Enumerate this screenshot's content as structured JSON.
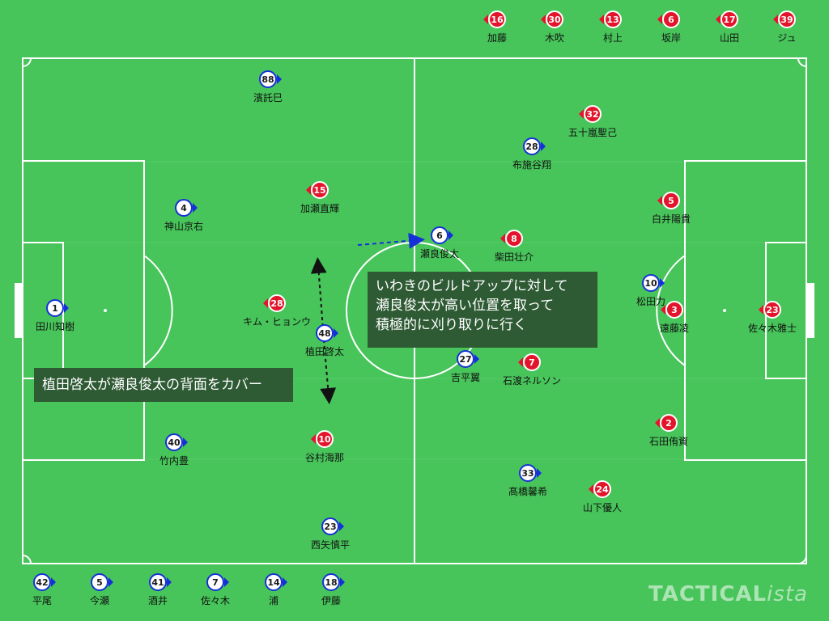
{
  "colors": {
    "pitch": "#47c45a",
    "lines": "#ffffff",
    "white_team_border": "#1530d8",
    "red_team": "#e3142b",
    "note_bg": "#2e5a34"
  },
  "players": [
    {
      "id": "tanaka",
      "number": "1",
      "name": "田川知樹",
      "team": "white"
    },
    {
      "id": "kamiyama",
      "number": "4",
      "name": "神山京右",
      "team": "white"
    },
    {
      "id": "takeuchi",
      "number": "40",
      "name": "竹内豊",
      "team": "white"
    },
    {
      "id": "hamataku",
      "number": "88",
      "name": "濱託巳",
      "team": "white"
    },
    {
      "id": "ueda",
      "number": "48",
      "name": "植田啓太",
      "team": "white"
    },
    {
      "id": "nishiya",
      "number": "23",
      "name": "西矢慎平",
      "team": "white"
    },
    {
      "id": "serano",
      "number": "6",
      "name": "瀬良俊太",
      "team": "white"
    },
    {
      "id": "fuse",
      "number": "28",
      "name": "布施谷翔",
      "team": "white"
    },
    {
      "id": "yoshihira",
      "number": "27",
      "name": "吉平翼",
      "team": "white"
    },
    {
      "id": "takahashi",
      "number": "33",
      "name": "髙橋馨希",
      "team": "white"
    },
    {
      "id": "matsuda",
      "number": "10",
      "name": "松田力",
      "team": "white"
    },
    {
      "id": "kase",
      "number": "15",
      "name": "加瀬直輝",
      "team": "red"
    },
    {
      "id": "kim",
      "number": "28",
      "name": "キム・ヒョンウ",
      "team": "red"
    },
    {
      "id": "tanimura",
      "number": "10",
      "name": "谷村海那",
      "team": "red"
    },
    {
      "id": "shibata",
      "number": "8",
      "name": "柴田壮介",
      "team": "red"
    },
    {
      "id": "ishiwata",
      "number": "7",
      "name": "石渡ネルソン",
      "team": "red"
    },
    {
      "id": "igarashi",
      "number": "32",
      "name": "五十嵐聖己",
      "team": "red"
    },
    {
      "id": "usui",
      "number": "5",
      "name": "白井陽貴",
      "team": "red"
    },
    {
      "id": "endo",
      "number": "3",
      "name": "遠藤凌",
      "team": "red"
    },
    {
      "id": "sasakim",
      "number": "23",
      "name": "佐々木雅士",
      "team": "red"
    },
    {
      "id": "ishida",
      "number": "2",
      "name": "石田侑資",
      "team": "red"
    },
    {
      "id": "yamashita",
      "number": "24",
      "name": "山下優人",
      "team": "red"
    }
  ],
  "subs_red": [
    {
      "number": "16",
      "name": "加藤"
    },
    {
      "number": "30",
      "name": "木吹"
    },
    {
      "number": "13",
      "name": "村上"
    },
    {
      "number": "6",
      "name": "坂岸"
    },
    {
      "number": "17",
      "name": "山田"
    },
    {
      "number": "39",
      "name": "ジュ"
    }
  ],
  "subs_white": [
    {
      "number": "42",
      "name": "平尾"
    },
    {
      "number": "5",
      "name": "今瀬"
    },
    {
      "number": "41",
      "name": "酒井"
    },
    {
      "number": "7",
      "name": "佐々木"
    },
    {
      "number": "14",
      "name": "浦"
    },
    {
      "number": "18",
      "name": "伊藤"
    }
  ],
  "notes": {
    "build_up": [
      "いわきのビルドアップに対して",
      "瀬良俊太が高い位置を取って",
      "積極的に刈り取りに行く"
    ],
    "cover": "植田啓太が瀬良俊太の背面をカバー"
  },
  "watermark": {
    "main": "TACTICAL",
    "italic": "ista"
  }
}
